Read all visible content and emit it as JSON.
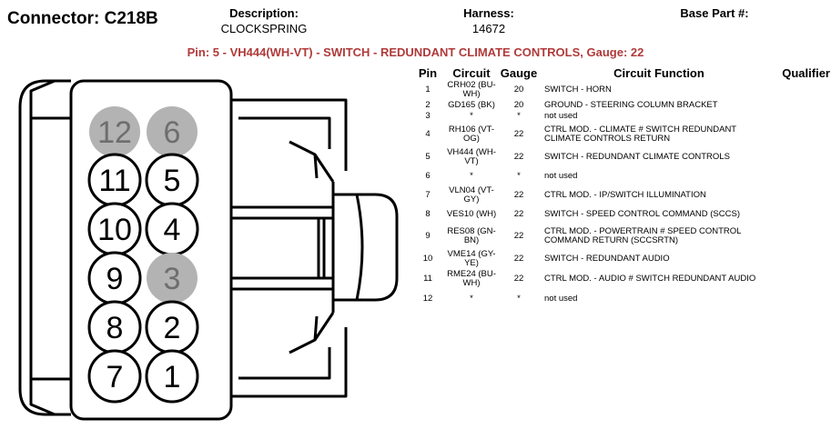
{
  "header": {
    "connector_title": "Connector: C218B",
    "description_label": "Description:",
    "description_value": "CLOCKSPRING",
    "harness_label": "Harness:",
    "harness_value": "14672",
    "base_part_label": "Base Part #:",
    "base_part_value": ""
  },
  "selected_pin_banner": "Pin: 5 - VH444(WH-VT) - SWITCH - REDUNDANT CLIMATE CONTROLS, Gauge: 22",
  "colors": {
    "banner": "#b03a3a",
    "unused_pin_fill": "#b3b3b3",
    "unused_pin_text": "#6e6e6e",
    "outline": "#000000"
  },
  "connector_pins": [
    {
      "label": "12",
      "used": false
    },
    {
      "label": "6",
      "used": false
    },
    {
      "label": "11",
      "used": true
    },
    {
      "label": "5",
      "used": true
    },
    {
      "label": "10",
      "used": true
    },
    {
      "label": "4",
      "used": true
    },
    {
      "label": "9",
      "used": true
    },
    {
      "label": "3",
      "used": false
    },
    {
      "label": "8",
      "used": true
    },
    {
      "label": "2",
      "used": true
    },
    {
      "label": "7",
      "used": true
    },
    {
      "label": "1",
      "used": true
    }
  ],
  "table": {
    "headers": {
      "pin": "Pin",
      "circuit": "Circuit",
      "gauge": "Gauge",
      "function": "Circuit Function",
      "qualifier": "Qualifier"
    },
    "rows": [
      {
        "pin": "1",
        "circuit": "CRH02 (BU-WH)",
        "gauge": "20",
        "function": "SWITCH - HORN"
      },
      {
        "pin": "2",
        "circuit": "GD165 (BK)",
        "gauge": "20",
        "function": "GROUND - STEERING COLUMN BRACKET"
      },
      {
        "pin": "3",
        "circuit": "*",
        "gauge": "*",
        "function": "not used"
      },
      {
        "pin": "4",
        "circuit": "RH106 (VT-OG)",
        "gauge": "22",
        "function": "CTRL MOD. - CLIMATE # SWITCH REDUNDANT CLIMATE CONTROLS RETURN"
      },
      {
        "pin": "5",
        "circuit": "VH444 (WH-VT)",
        "gauge": "22",
        "function": "SWITCH - REDUNDANT CLIMATE CONTROLS"
      },
      {
        "pin": "6",
        "circuit": "*",
        "gauge": "*",
        "function": "not used"
      },
      {
        "pin": "7",
        "circuit": "VLN04 (VT-GY)",
        "gauge": "22",
        "function": "CTRL MOD. - IP/SWITCH ILLUMINATION"
      },
      {
        "pin": "8",
        "circuit": "VES10 (WH)",
        "gauge": "22",
        "function": "SWITCH - SPEED CONTROL COMMAND (SCCS)"
      },
      {
        "pin": "9",
        "circuit": "RES08 (GN-BN)",
        "gauge": "22",
        "function": "CTRL MOD. - POWERTRAIN # SPEED CONTROL COMMAND RETURN (SCCSRTN)"
      },
      {
        "pin": "10",
        "circuit": "VME14 (GY-YE)",
        "gauge": "22",
        "function": "SWITCH - REDUNDANT AUDIO"
      },
      {
        "pin": "11",
        "circuit": "RME24 (BU-WH)",
        "gauge": "22",
        "function": "CTRL MOD. - AUDIO # SWITCH REDUNDANT AUDIO"
      },
      {
        "pin": "12",
        "circuit": "*",
        "gauge": "*",
        "function": "not used"
      }
    ]
  }
}
